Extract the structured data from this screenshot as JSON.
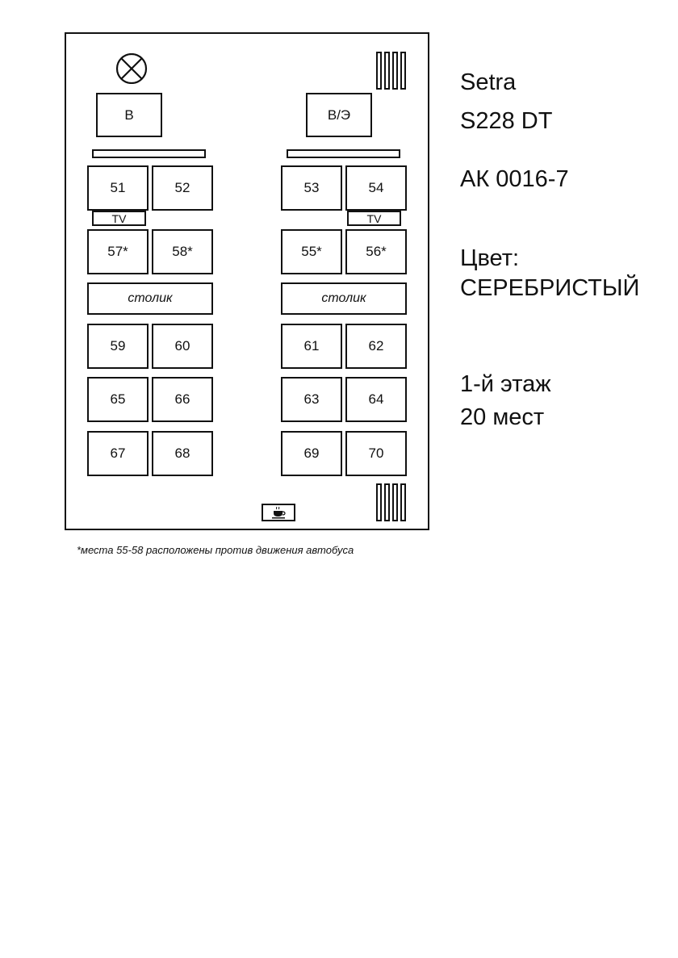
{
  "bus": {
    "driver_label": "В",
    "guide_label": "В/Э",
    "seats": {
      "r1": [
        "51",
        "52",
        "53",
        "54"
      ],
      "r2": [
        "57*",
        "58*",
        "55*",
        "56*"
      ],
      "r3": [
        "59",
        "60",
        "61",
        "62"
      ],
      "r4": [
        "65",
        "66",
        "63",
        "64"
      ],
      "r5": [
        "67",
        "68",
        "69",
        "70"
      ]
    },
    "tv_label": "TV",
    "table_label": "столик"
  },
  "info": {
    "brand": "Setra",
    "model": "S228 DT",
    "plate": "АК 0016-7",
    "color_label": "Цвет:",
    "color_value": "СЕРЕБРИСТЫЙ",
    "floor": "1-й этаж",
    "seat_count": "20 мест"
  },
  "footnote": "*места 55-58 расположены против движения автобуса"
}
